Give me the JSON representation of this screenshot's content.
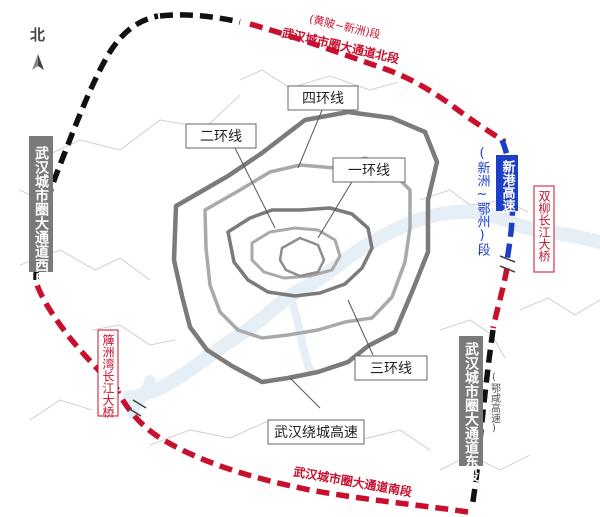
{
  "compass": {
    "north_label": "北"
  },
  "rings": {
    "first_ring": "一环线",
    "second_ring": "二环线",
    "third_ring": "三环线",
    "fourth_ring": "四环线",
    "ring_expressway": "武汉绕城高速"
  },
  "outer_ring": {
    "north_section": "武汉城市圈大通道北段",
    "north_section_note": "(黄陂~新洲)段",
    "south_section": "武汉城市圈大通道南段",
    "west_section": "武汉城市圈大通道西段",
    "east_section": "武汉城市圈大通道东段",
    "east_section_note": "(鄂咸高速)",
    "xingang_expressway": "新港高速",
    "xingang_segment": "(新洲~鄂州)段"
  },
  "bridges": {
    "shuangliu": "双柳长江大桥",
    "qizhouwan": "簰洲湾长江大桥"
  },
  "colors": {
    "red_dash": "#c8102e",
    "blue_dash": "#1d3fc7",
    "black_dash": "#111111",
    "ring_gray_dark": "#7b7b7b",
    "ring_gray_light": "#a9a9a9",
    "district_line": "#d4d4d4",
    "river": "#e6eef6",
    "label_box": "#7a7a7a"
  },
  "icons": {
    "north_arrow": "north-arrow-icon",
    "bridge": "bridge-icon"
  }
}
